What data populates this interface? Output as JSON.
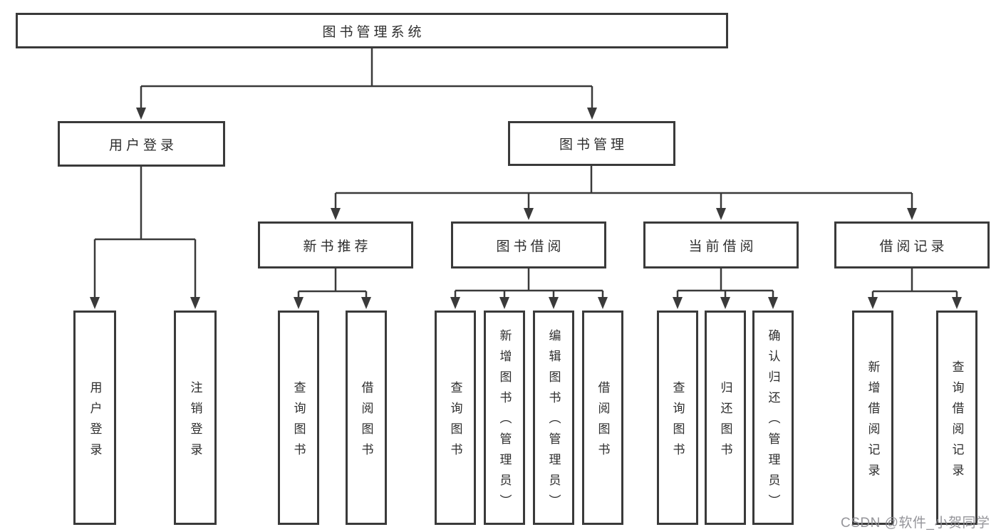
{
  "tree": {
    "root": "图书管理系统",
    "user_branch": {
      "label": "用户登录",
      "children": [
        "用户登录",
        "注销登录"
      ]
    },
    "book_branch": {
      "label": "图书管理",
      "sections": [
        {
          "label": "新书推荐",
          "children": [
            "查询图书",
            "借阅图书"
          ]
        },
        {
          "label": "图书借阅",
          "children": [
            "查询图书",
            "新增图书（管理员）",
            "编辑图书（管理员）",
            "借阅图书"
          ]
        },
        {
          "label": "当前借阅",
          "children": [
            "查询图书",
            "归还图书",
            "确认归还（管理员）"
          ]
        },
        {
          "label": "借阅记录",
          "children": [
            "新增借阅记录",
            "查询借阅记录"
          ]
        }
      ]
    }
  },
  "watermark": "CSDN @软件_小贺同学",
  "colors": {
    "line": "#3a3a3a",
    "text": "#2e2e2e",
    "watermark": "#8c8c91",
    "background": "#ffffff"
  }
}
